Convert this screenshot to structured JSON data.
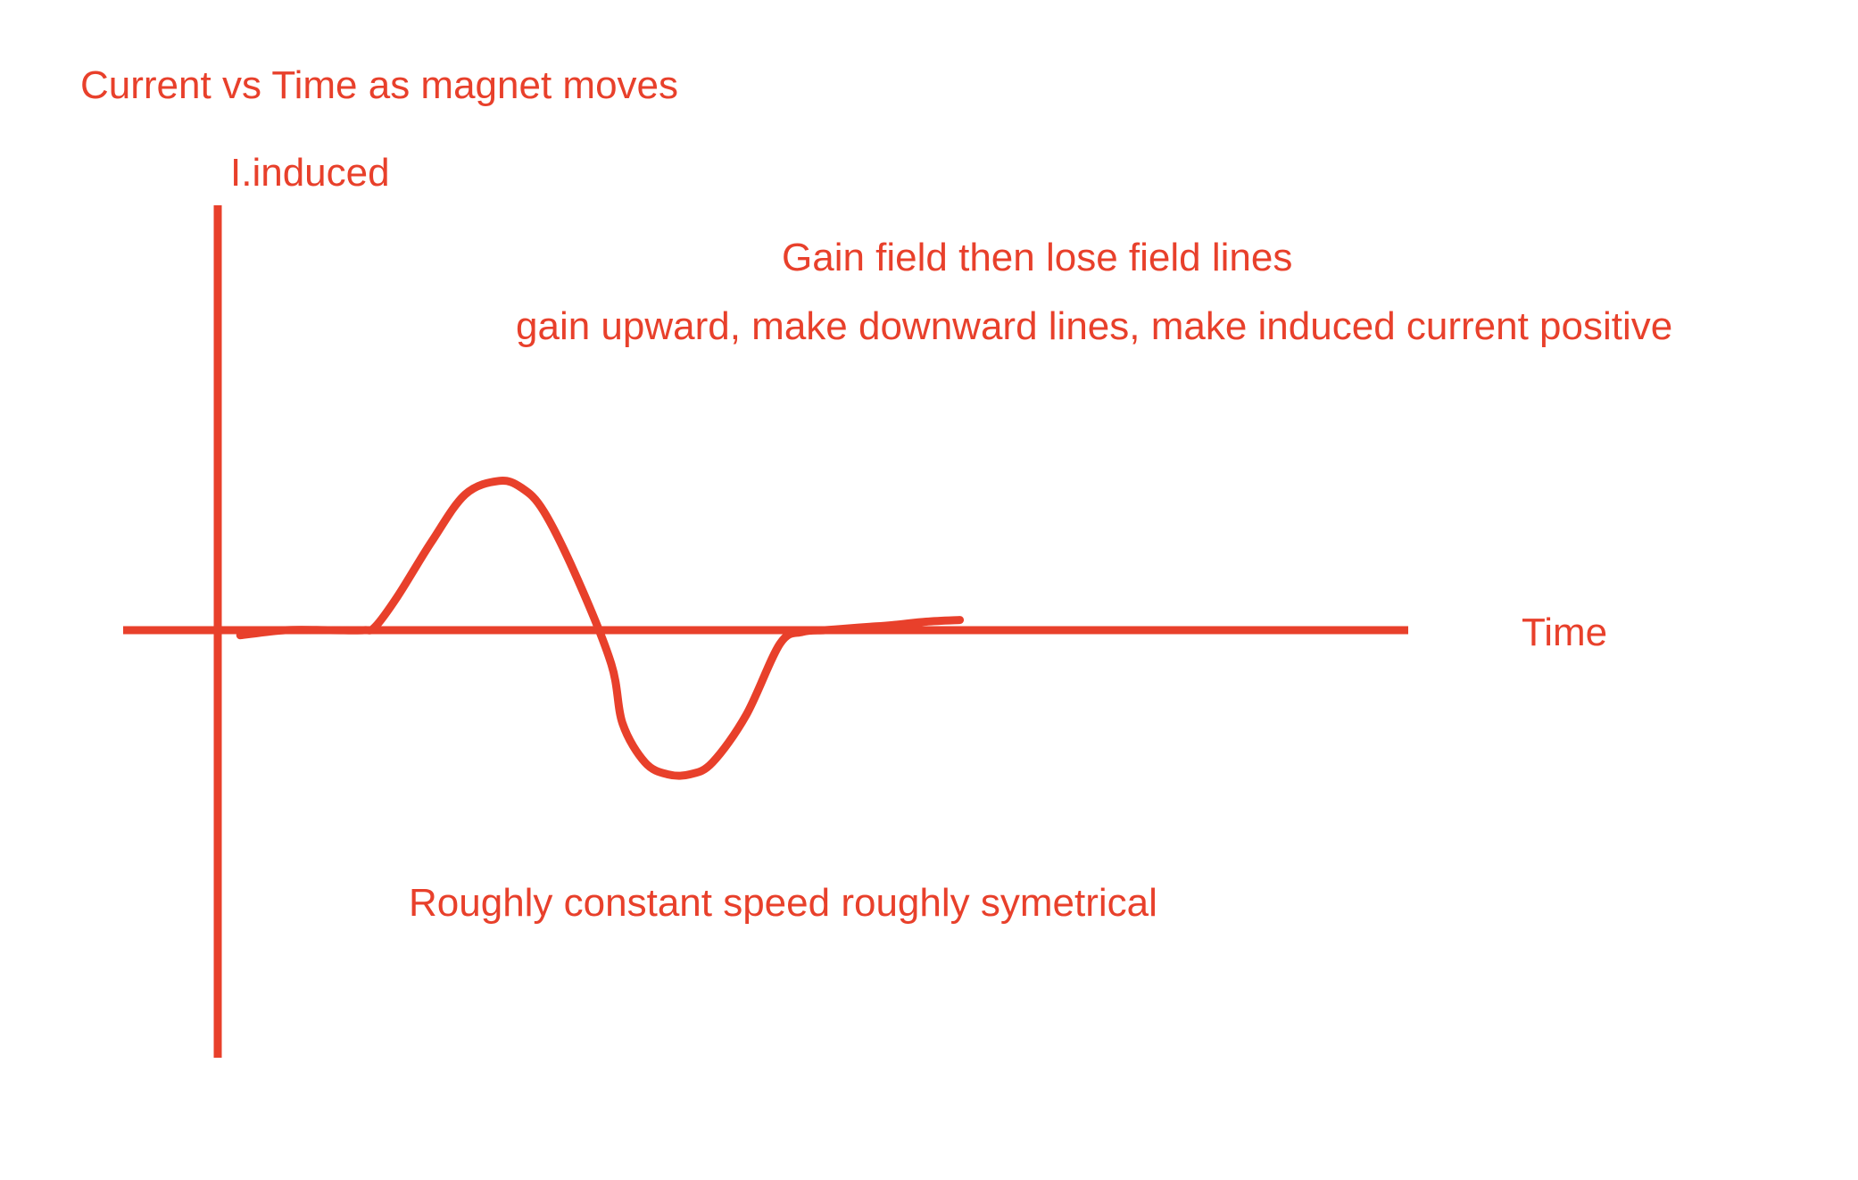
{
  "colors": {
    "ink": "#e8402b",
    "background": "#ffffff"
  },
  "chart_data": {
    "type": "line",
    "title": "Current vs Time as magnet moves",
    "ylabel": "I.induced",
    "xlabel": "Time",
    "xlim": [
      0,
      10
    ],
    "ylim": [
      -1,
      1
    ],
    "grid": false,
    "annotations": [
      "Gain field then lose field lines",
      "gain upward, make downward lines, make induced current positive",
      "Roughly constant speed roughly symetrical"
    ],
    "series": [
      {
        "x": [
          0.2,
          0.6,
          1.0,
          1.3,
          1.4,
          1.6,
          1.9,
          2.2,
          2.5,
          2.7,
          2.9,
          3.2,
          3.5,
          3.6,
          3.8,
          4.0,
          4.2,
          4.4,
          4.7,
          5.0,
          5.2,
          5.4,
          5.6,
          5.8,
          6.0,
          6.3,
          6.6
        ],
        "y": [
          -0.03,
          0.0,
          0.0,
          0.0,
          0.02,
          0.2,
          0.52,
          0.8,
          0.88,
          0.84,
          0.7,
          0.3,
          -0.2,
          -0.55,
          -0.78,
          -0.85,
          -0.85,
          -0.78,
          -0.5,
          -0.08,
          -0.01,
          0.0,
          0.01,
          0.02,
          0.03,
          0.05,
          0.06
        ]
      }
    ]
  }
}
